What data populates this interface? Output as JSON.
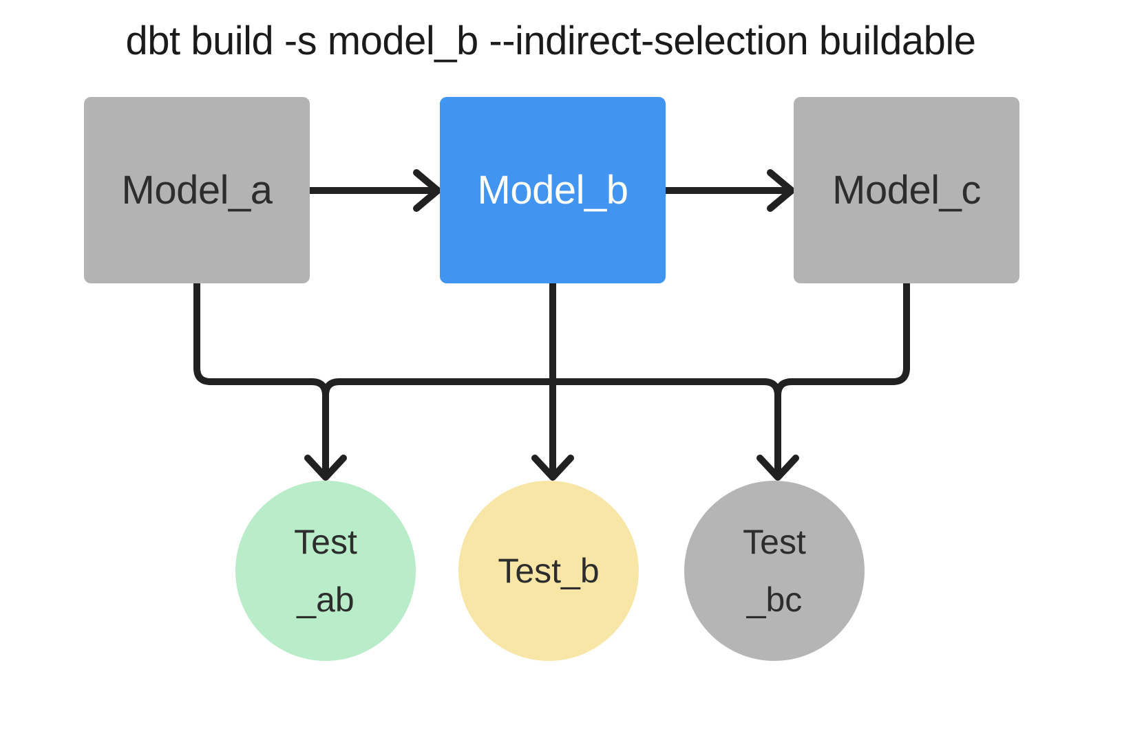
{
  "title": "dbt build -s model_b --indirect-selection buildable",
  "colors": {
    "background": "#ffffff",
    "edge": "#212121",
    "title_text": "#1b1b1b"
  },
  "nodes": {
    "models": [
      {
        "id": "model_a",
        "label": "Model_a",
        "fill": "#b3b3b3",
        "text_color": "#2d2d2d"
      },
      {
        "id": "model_b",
        "label": "Model_b",
        "fill": "#4294f1",
        "text_color": "#ffffff"
      },
      {
        "id": "model_c",
        "label": "Model_c",
        "fill": "#b3b3b3",
        "text_color": "#2d2d2d"
      }
    ],
    "tests": [
      {
        "id": "test_ab",
        "lines": [
          "Test",
          "_ab"
        ],
        "fill": "#b9ecc8",
        "text_color": "#2d2d2d"
      },
      {
        "id": "test_b",
        "lines": [
          "Test_b"
        ],
        "fill": "#f8e6a6",
        "text_color": "#2d2d2d"
      },
      {
        "id": "test_bc",
        "lines": [
          "Test",
          "_bc"
        ],
        "fill": "#b5b5b5",
        "text_color": "#2d2d2d"
      }
    ]
  },
  "edges": [
    {
      "from": "model_a",
      "to": "model_b"
    },
    {
      "from": "model_b",
      "to": "model_c"
    },
    {
      "from": "model_a",
      "to": "test_ab"
    },
    {
      "from": "model_b",
      "to": "test_ab"
    },
    {
      "from": "model_b",
      "to": "test_b"
    },
    {
      "from": "model_b",
      "to": "test_bc"
    },
    {
      "from": "model_c",
      "to": "test_bc"
    }
  ]
}
